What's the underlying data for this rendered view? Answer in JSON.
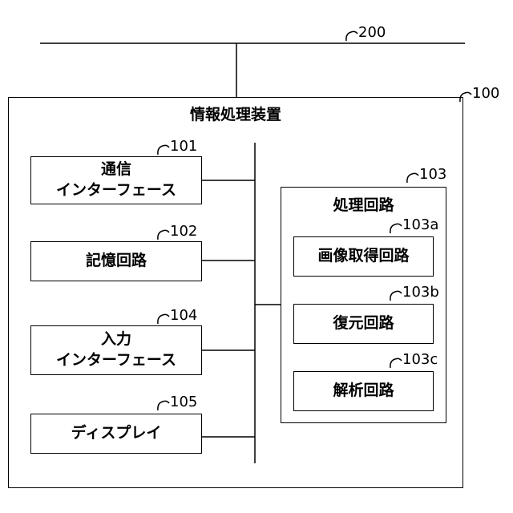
{
  "network": {
    "ref": "200"
  },
  "apparatus": {
    "title": "情報処理装置",
    "ref": "100"
  },
  "components": {
    "comm_if": {
      "line1": "通信",
      "line2": "インターフェース",
      "ref": "101"
    },
    "memory": {
      "label": "記憶回路",
      "ref": "102"
    },
    "input_if": {
      "line1": "入力",
      "line2": "インターフェース",
      "ref": "104"
    },
    "display": {
      "label": "ディスプレイ",
      "ref": "105"
    }
  },
  "processing": {
    "title": "処理回路",
    "ref": "103",
    "subs": {
      "acquire": {
        "label": "画像取得回路",
        "ref": "103a"
      },
      "restore": {
        "label": "復元回路",
        "ref": "103b"
      },
      "analyze": {
        "label": "解析回路",
        "ref": "103c"
      }
    }
  }
}
